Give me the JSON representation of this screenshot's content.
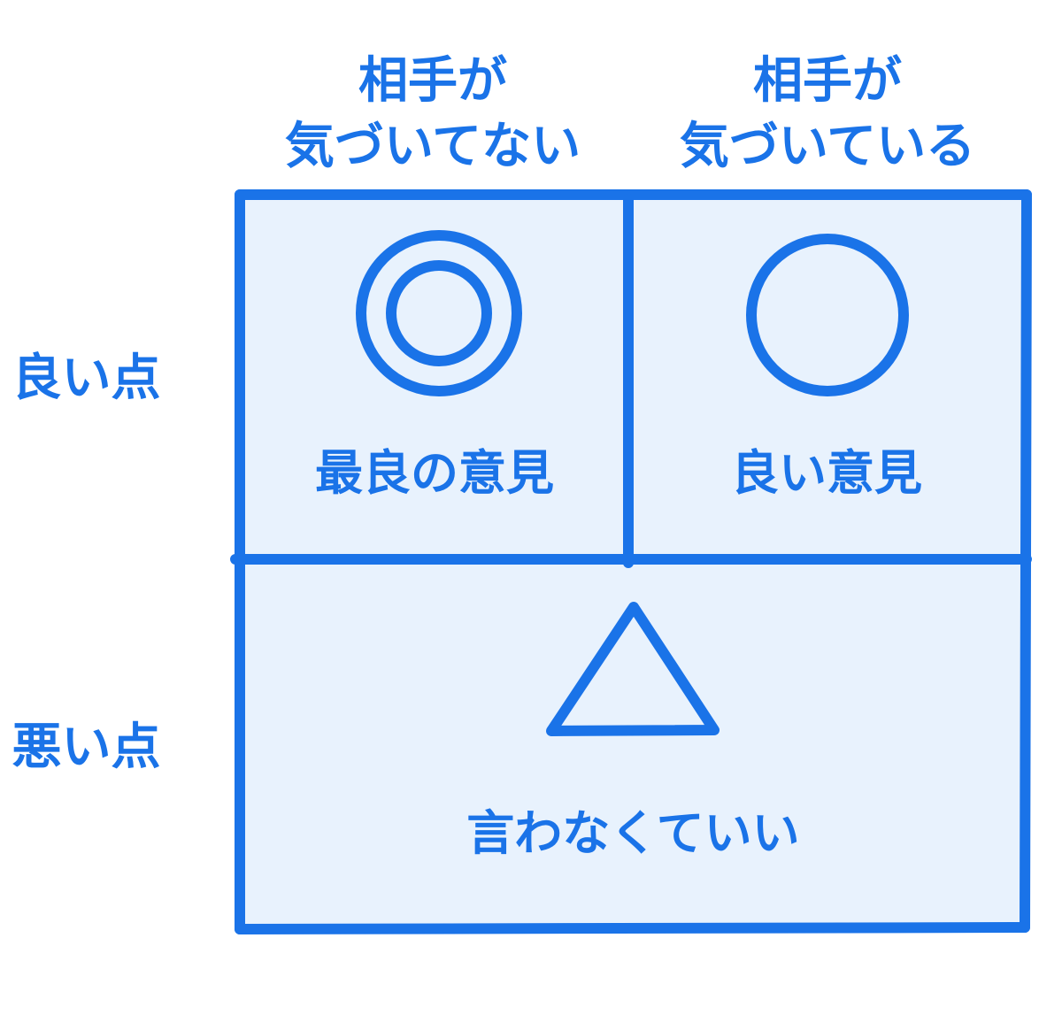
{
  "colors": {
    "accent": "#1a73e8",
    "cell_fill": "#e8f2fd",
    "background": "#ffffff"
  },
  "column_headers": [
    {
      "line1": "相手が",
      "line2": "気づいてない"
    },
    {
      "line1": "相手が",
      "line2": "気づいている"
    }
  ],
  "row_headers": {
    "good": "良い点",
    "bad": "悪い点"
  },
  "cells": {
    "top_left": {
      "symbol": "double-circle-icon",
      "label": "最良の意見"
    },
    "top_right": {
      "symbol": "circle-icon",
      "label": "良い意見"
    },
    "bottom": {
      "symbol": "triangle-icon",
      "label": "言わなくていい"
    }
  }
}
